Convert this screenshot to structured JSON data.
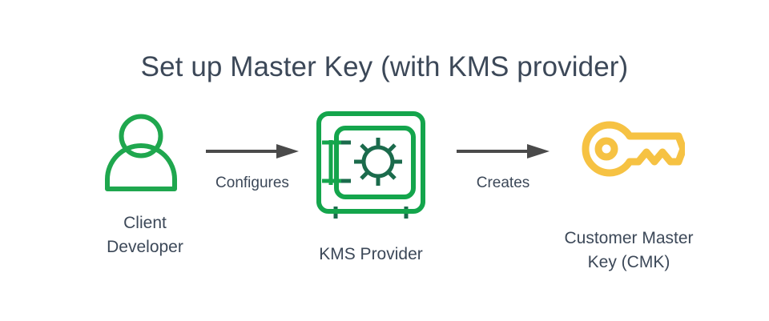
{
  "diagram": {
    "title": "Set up Master Key (with KMS provider)",
    "background_color": "#ffffff",
    "text_color": "#3c4858",
    "nodes": [
      {
        "id": "client-developer",
        "icon": "person-icon",
        "icon_color": "#1fa74e",
        "label": "Client\nDeveloper"
      },
      {
        "id": "kms-provider",
        "icon": "safe-vault-icon",
        "icon_color": "#14a54c",
        "icon_accent_color": "#1b6b4c",
        "label": "KMS Provider"
      },
      {
        "id": "customer-master-key",
        "icon": "key-icon",
        "icon_color": "#f6c243",
        "label": "Customer Master\nKey (CMK)"
      }
    ],
    "arrows": [
      {
        "id": "arrow-configures",
        "label": "Configures",
        "from": "client-developer",
        "to": "kms-provider",
        "color": "#4a4a4a"
      },
      {
        "id": "arrow-creates",
        "label": "Creates",
        "from": "kms-provider",
        "to": "customer-master-key",
        "color": "#4a4a4a"
      }
    ]
  }
}
